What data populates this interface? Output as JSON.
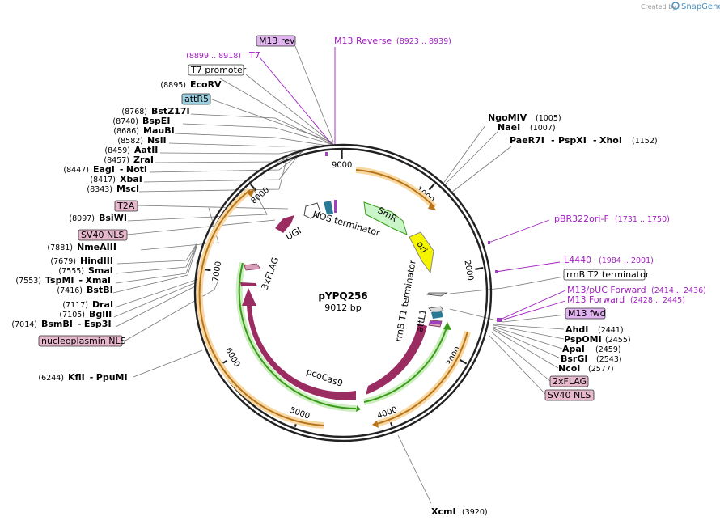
{
  "credit": {
    "prefix": "Created by",
    "brand": "SnapGene"
  },
  "plasmid": {
    "name": "pYPQ256",
    "size": "9012 bp"
  },
  "ticks": [
    "1000",
    "2000",
    "3000",
    "4000",
    "5000",
    "6000",
    "7000",
    "8000",
    "9000"
  ],
  "features": {
    "smr": "SmR",
    "ori": "ori",
    "nos": "NOS terminator",
    "ugi": "UGI",
    "flag3": "3xFLAG",
    "pcocas9": "pcoCas9",
    "rrnb_t1": "rrnB T1 terminator",
    "attl1": "attL1"
  },
  "left_enzymes": [
    {
      "pos": "(8768)",
      "name": "BstZ17I"
    },
    {
      "pos": "(8740)",
      "name": "BspEI"
    },
    {
      "pos": "(8686)",
      "name": "MauBI"
    },
    {
      "pos": "(8582)",
      "name": "NsiI"
    },
    {
      "pos": "(8459)",
      "name": "AatII"
    },
    {
      "pos": "(8457)",
      "name": "ZraI"
    },
    {
      "pos": "(8447)",
      "name": "EagI",
      "name2": "NotI"
    },
    {
      "pos": "(8417)",
      "name": "XbaI"
    },
    {
      "pos": "(8343)",
      "name": "MscI"
    },
    {
      "pos": "(8097)",
      "name": "BsiWI"
    },
    {
      "pos": "(7881)",
      "name": "NmeAIII"
    },
    {
      "pos": "(7679)",
      "name": "HindIII"
    },
    {
      "pos": "(7555)",
      "name": "SmaI"
    },
    {
      "pos": "(7553)",
      "name": "TspMI",
      "name2": "XmaI"
    },
    {
      "pos": "(7416)",
      "name": "BstBI"
    },
    {
      "pos": "(7117)",
      "name": "DraI"
    },
    {
      "pos": "(7105)",
      "name": "BglII"
    },
    {
      "pos": "(7014)",
      "name": "BsmBI",
      "name2": "Esp3I"
    },
    {
      "pos": "(6244)",
      "name": "KflI",
      "name2": "PpuMI"
    }
  ],
  "left_top": {
    "ecorv": {
      "pos": "(8895)",
      "name": "EcoRV"
    },
    "t7": {
      "pos": "(8899 .. 8918)",
      "name": "T7"
    },
    "t7promoter": "T7 promoter",
    "m13rev": "M13 rev",
    "attr5": "attR5",
    "t2a": "T2A",
    "sv40": "SV40 NLS",
    "nucleo": "nucleoplasmin NLS"
  },
  "right": {
    "m13reverse": {
      "name": "M13 Reverse",
      "pos": "(8923 .. 8939)"
    },
    "ngomiv": {
      "name": "NgoMIV",
      "pos": "(1005)"
    },
    "naei": {
      "name": "NaeI",
      "pos": "(1007)"
    },
    "paer7i": {
      "name": "PaeR7I",
      "name2": "PspXI",
      "name3": "XhoI",
      "pos": "(1152)"
    },
    "pbr322": {
      "name": "pBR322ori-F",
      "pos": "(1731 .. 1750)"
    },
    "l4440": {
      "name": "L4440",
      "pos": "(1984 .. 2001)"
    },
    "rrnbt2": "rrnB T2 terminator",
    "m13puc": {
      "name": "M13/pUC Forward",
      "pos": "(2414 .. 2436)"
    },
    "m13fwdp": {
      "name": "M13 Forward",
      "pos": "(2428 .. 2445)"
    },
    "m13fwd": "M13 fwd",
    "ahdi": {
      "name": "AhdI",
      "pos": "(2441)"
    },
    "pspomi": {
      "name": "PspOMI",
      "pos": "(2455)"
    },
    "apai": {
      "name": "ApaI",
      "pos": "(2459)"
    },
    "bsrgi": {
      "name": "BsrGI",
      "pos": "(2543)"
    },
    "ncoi": {
      "name": "NcoI",
      "pos": "(2577)"
    },
    "flag2": "2xFLAG",
    "sv40": "SV40 NLS",
    "xcmi": {
      "name": "XcmI",
      "pos": "(3920)"
    }
  }
}
